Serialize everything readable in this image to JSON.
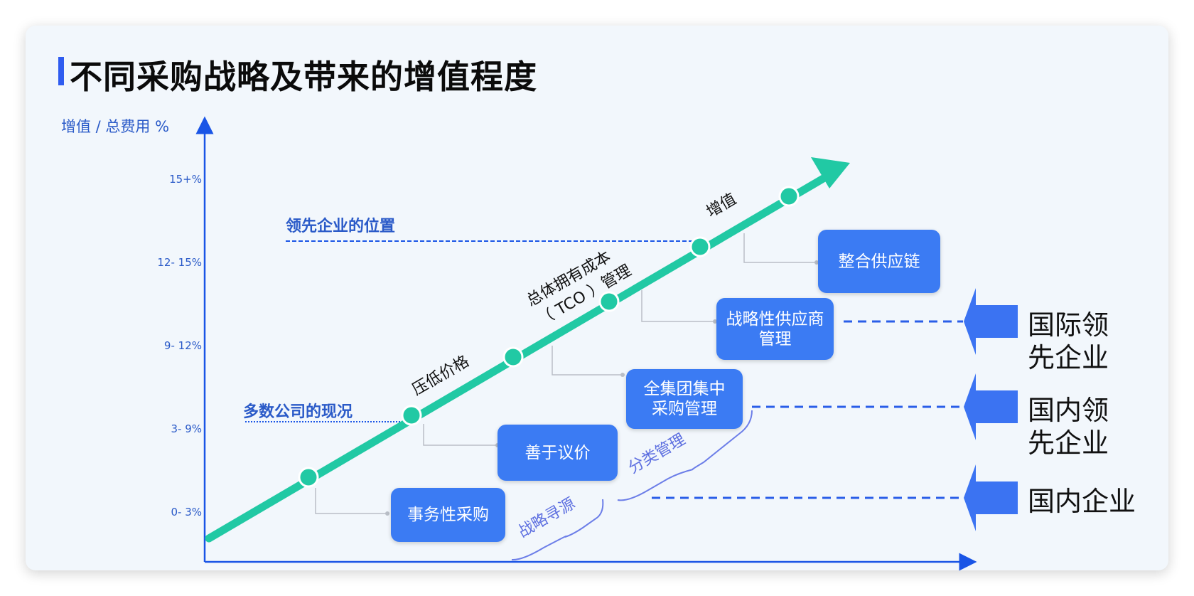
{
  "title": "不同采购战略及带来的增值程度",
  "y_axis": {
    "label": "增值 / 总费用 %",
    "ticks": [
      "15+%",
      "12- 15%",
      "9- 12%",
      "3- 9%",
      "0- 3%"
    ]
  },
  "reference_lines": {
    "leading": "领先企业的位置",
    "majority": "多数公司的现况"
  },
  "curve_labels": {
    "press_price": "压低价格",
    "tco_line1": "总体拥有成本",
    "tco_line2": "（ TCO ）管理",
    "value_add": "增值"
  },
  "boxes": {
    "transactional": "事务性采购",
    "negotiation": "善于议价",
    "centralized": "全集团集中采购管理",
    "supplier_mgmt": "战略性供应商管理",
    "supply_chain": "整合供应链"
  },
  "brackets": {
    "sourcing": "战略寻源",
    "category": "分类管理"
  },
  "tiers": {
    "intl_leading": "国际领先企业",
    "domestic_leading": "国内领先企业",
    "domestic": "国内企业"
  },
  "colors": {
    "accent": "#2f5cf0",
    "curve": "#21c9a4",
    "box": "#3b7bf3",
    "axis": "#1a55e6",
    "bracket": "#6c7ee8"
  }
}
